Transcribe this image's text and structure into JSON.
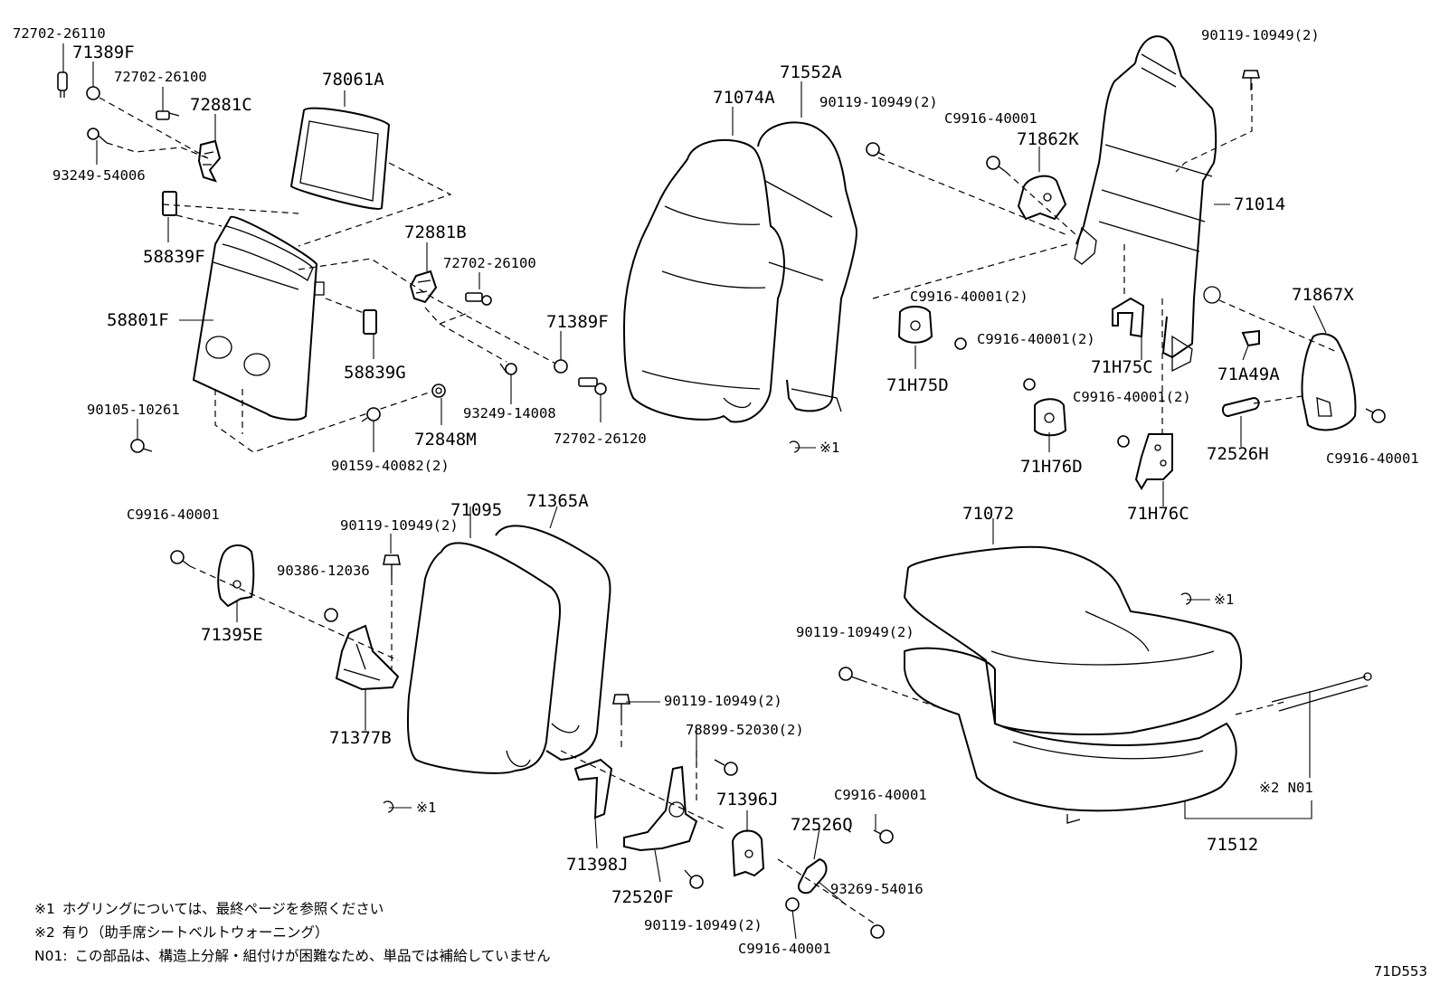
{
  "diagram_code": "71D553",
  "parts": {
    "p72702_26110": "72702-26110",
    "p71389F_a": "71389F",
    "p72702_26100_a": "72702-26100",
    "p72881C": "72881C",
    "p78061A": "78061A",
    "p93249_54006": "93249-54006",
    "p58839F": "58839F",
    "p58801F": "58801F",
    "p72881B": "72881B",
    "p72702_26100_b": "72702-26100",
    "p58839G": "58839G",
    "p71389F_b": "71389F",
    "p90105_10261": "90105-10261",
    "p93249_14008": "93249-14008",
    "p72848M": "72848M",
    "p72702_26120": "72702-26120",
    "p90159_40082": "90159-40082(2)",
    "p71552A": "71552A",
    "p71074A": "71074A",
    "p90119_10949_top": "90119-10949(2)",
    "pC9916_top": "C9916-40001",
    "p71862K": "71862K",
    "p90119_10949_tr": "90119-10949(2)",
    "p71014": "71014",
    "p71867X": "71867X",
    "pC9916_2a": "C9916-40001(2)",
    "p71H75D": "71H75D",
    "pC9916_2b": "C9916-40001(2)",
    "p71H75C": "71H75C",
    "p71A49A": "71A49A",
    "pC9916_2c": "C9916-40001(2)",
    "p71H76D": "71H76D",
    "p72526H": "72526H",
    "pC9916_r": "C9916-40001",
    "p71H76C": "71H76C",
    "ring1": "※1",
    "pC9916_l": "C9916-40001",
    "p90119_10949_ml": "90119-10949(2)",
    "p71095": "71095",
    "p71365A": "71365A",
    "p90386_12036": "90386-12036",
    "p71395E": "71395E",
    "p71377B": "71377B",
    "ring2": "※1",
    "p71072": "71072",
    "ring3": "※1",
    "p90119_10949_br": "90119-10949(2)",
    "p90119_10949_bm": "90119-10949(2)",
    "p78899_52030": "78899-52030(2)",
    "p71396J": "71396J",
    "pC9916_bm": "C9916-40001",
    "p72526Q": "72526Q",
    "p71398J": "71398J",
    "p72520F": "72520F",
    "p93269_54016": "93269-54016",
    "p90119_10949_bb": "90119-10949(2)",
    "pC9916_bb": "C9916-40001",
    "pN01": "※2 N01",
    "p71512": "71512"
  },
  "notes": [
    {
      "mark": "※1",
      "text": "ホグリングについては、最終ページを参照ください"
    },
    {
      "mark": "※2",
      "text": "有り（助手席シートベルトウォーニング）"
    },
    {
      "mark": "N01:",
      "text": "この部品は、構造上分解・組付けが困難なため、単品では補給していません"
    }
  ]
}
